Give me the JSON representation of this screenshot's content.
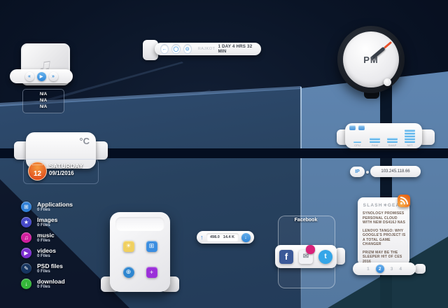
{
  "colors": {
    "accent_blue": "#2f86d8",
    "accent_orange": "#e86414",
    "wallpaper_dark": "#0a1426",
    "wallpaper_mid": "#2e4a70",
    "wallpaper_light": "#5d84b0"
  },
  "music_player": {
    "album_art_icon": "♫",
    "controls": {
      "prev": "«",
      "play": "▶",
      "next": "»"
    },
    "track_info": [
      "N/A",
      "N/A",
      "N/A"
    ]
  },
  "uptime_bar": {
    "buttons": {
      "back": "←",
      "sleep": "◯",
      "power": "⊙"
    },
    "location": "RAJKOT",
    "uptime": "1 DAY 4 HRS 32 MIN"
  },
  "clock": {
    "meridiem": "PM"
  },
  "weather": {
    "unit": "°C",
    "calendar_day": "12",
    "day": "SATURDAY",
    "date": "09/1/2016"
  },
  "system_monitor": {
    "columns": [
      {
        "label": "CPU",
        "segments": 1,
        "low": true
      },
      {
        "label": "RAM",
        "segments": 2,
        "low": false
      },
      {
        "label": "SWAP",
        "segments": 2,
        "low": false
      },
      {
        "label": "NET",
        "segments": 5,
        "low": false
      }
    ]
  },
  "ip_widget": {
    "label": "IP",
    "address": "103.245.118.66"
  },
  "folders": [
    {
      "name": "Applications",
      "count": "0 Files",
      "color": "#2f7fd6",
      "icon": "⊞"
    },
    {
      "name": "Images",
      "count": "0 Files",
      "color": "#4649c8",
      "icon": "★"
    },
    {
      "name": "music",
      "count": "0 Files",
      "color": "#d01f9e",
      "icon": "♫"
    },
    {
      "name": "videos",
      "count": "0 Files",
      "color": "#7d2fd0",
      "icon": "▶"
    },
    {
      "name": "PSD files",
      "count": "0 Files",
      "color": "#16355f",
      "icon": "✎"
    },
    {
      "name": "download",
      "count": "0 Files",
      "color": "#35b83a",
      "icon": "↓"
    }
  ],
  "dock": {
    "apps": [
      {
        "name": "favorites",
        "color": "#f0d060",
        "icon": "☀",
        "shape": "square"
      },
      {
        "name": "applications",
        "color": "#3a8de0",
        "icon": "⊞",
        "shape": "square"
      },
      {
        "name": "browser",
        "color": "#2e86d0",
        "icon": "⊕",
        "shape": "circle"
      },
      {
        "name": "games",
        "color": "#9b30d9",
        "icon": "+",
        "shape": "square"
      }
    ]
  },
  "network_speed": {
    "up_icon": "↑",
    "upload_value": "498.0",
    "download_value": "14.4 K",
    "down_icon": "↓"
  },
  "social": {
    "title": "Facebook",
    "links": [
      {
        "name": "facebook",
        "glyph": "f",
        "color": "#3b5998",
        "shape": "square"
      },
      {
        "name": "mail",
        "glyph": "✉",
        "color": "#f2f2f5",
        "glyph_color": "#8a8f98",
        "shape": "square",
        "badge_color": "#d8227a"
      },
      {
        "name": "twitter",
        "glyph": "t",
        "color": "#35a6e8",
        "shape": "circle"
      }
    ]
  },
  "rss": {
    "brand_left": "SLASH",
    "gear_icon": "✳",
    "brand_right": "GEAR",
    "headlines": [
      "SYNOLOGY PROMISES PERSONAL CLOUD WITH NEW DS416J NAS",
      "LENOVO TANGO: WHY GOOGLE'S PROJECT IS A TOTAL GAME CHANGER",
      "PRIZM MAY BE THE SLEEPER HIT OF CES 2016"
    ],
    "pages": [
      "1",
      "2",
      "3",
      "4"
    ],
    "active_page": "2"
  }
}
